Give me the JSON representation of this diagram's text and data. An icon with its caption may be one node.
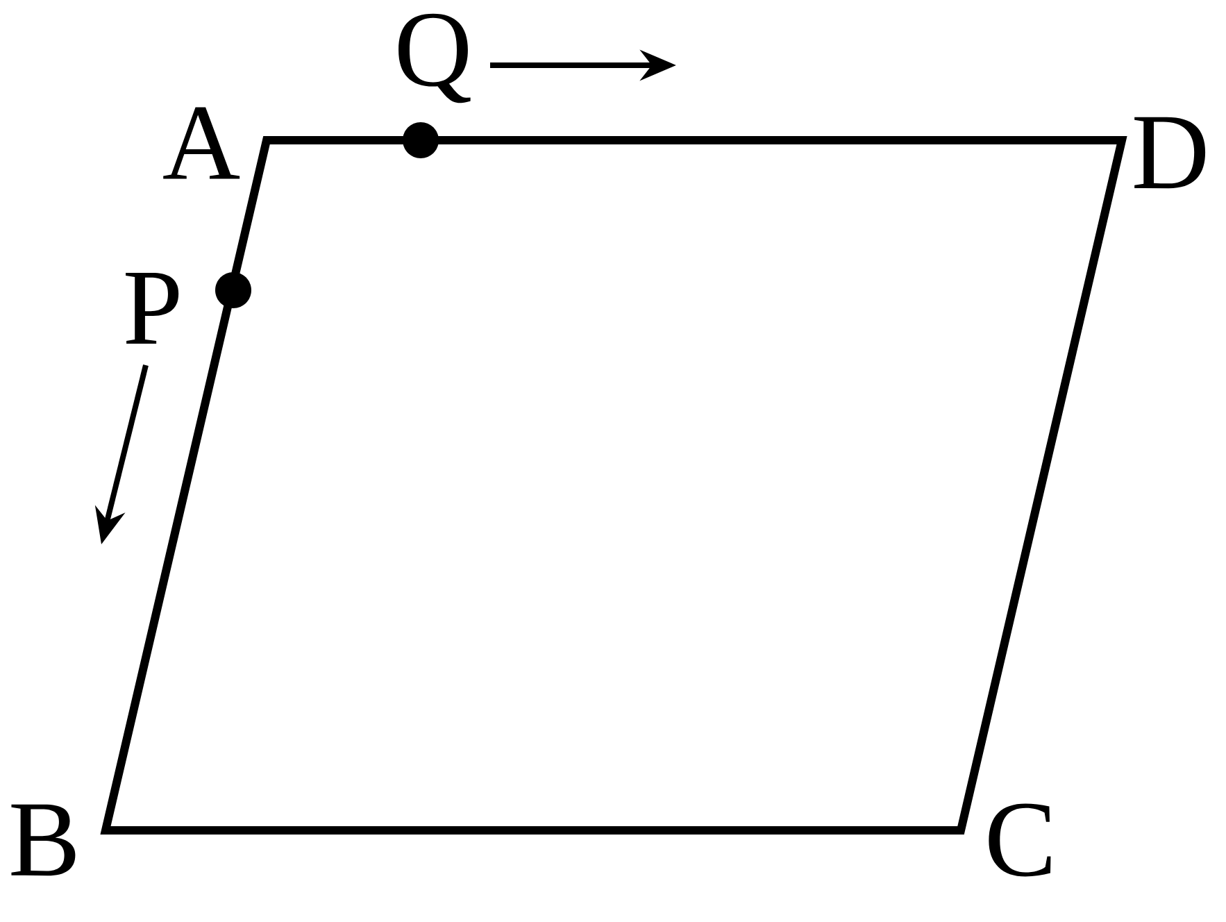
{
  "diagram": {
    "labels": [
      "Q",
      "A",
      "D",
      "P",
      "B",
      "C"
    ]
  }
}
